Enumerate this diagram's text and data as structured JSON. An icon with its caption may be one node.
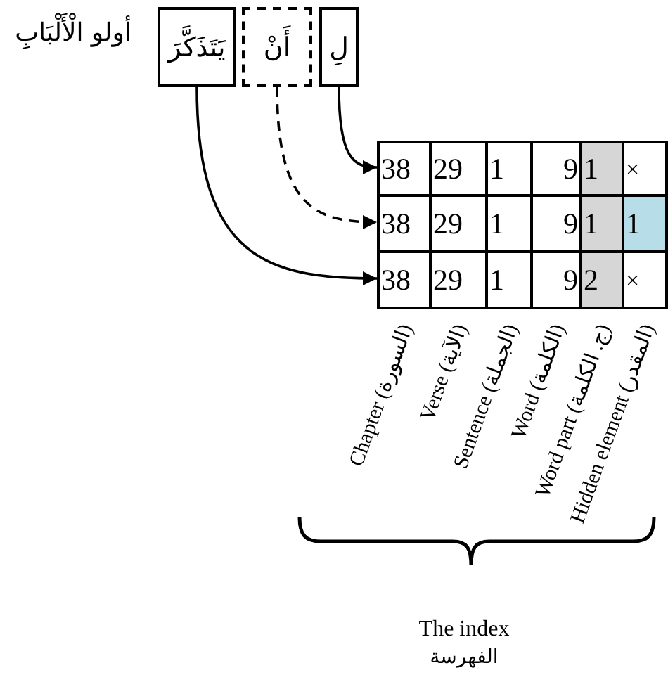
{
  "diagram": {
    "nodes": [
      {
        "text": [
          "لِ"
        ]
      },
      {
        "text": [
          "أَنْ"
        ]
      },
      {
        "text": [
          "يَتَذَكَّرَ"
        ]
      },
      {
        "text": [
          "38",
          "29",
          "1",
          "9",
          "1",
          "×"
        ]
      },
      {
        "text": [
          "38",
          "29",
          "1",
          "9",
          "1",
          "1"
        ]
      },
      {
        "text": [
          "38",
          "29",
          "1",
          "9",
          "2",
          "×"
        ]
      }
    ],
    "edges": [
      {
        "from": 0,
        "to": 3,
        "arrow": "to"
      },
      {
        "from": 1,
        "to": 4,
        "arrow": "to",
        "style": "dashed"
      },
      {
        "from": 2,
        "to": 5,
        "arrow": "to"
      }
    ],
    "labels": [
      "أولو الْأَلْبَابِ",
      "Chapter (السورة)",
      "Verse (الآية)",
      "Sentence (الجملة)",
      "Word (الكلمة)",
      "Word part (ج. الكلمة)",
      "Hidden element (المقدر)",
      "The index",
      "الفهرسة"
    ]
  }
}
